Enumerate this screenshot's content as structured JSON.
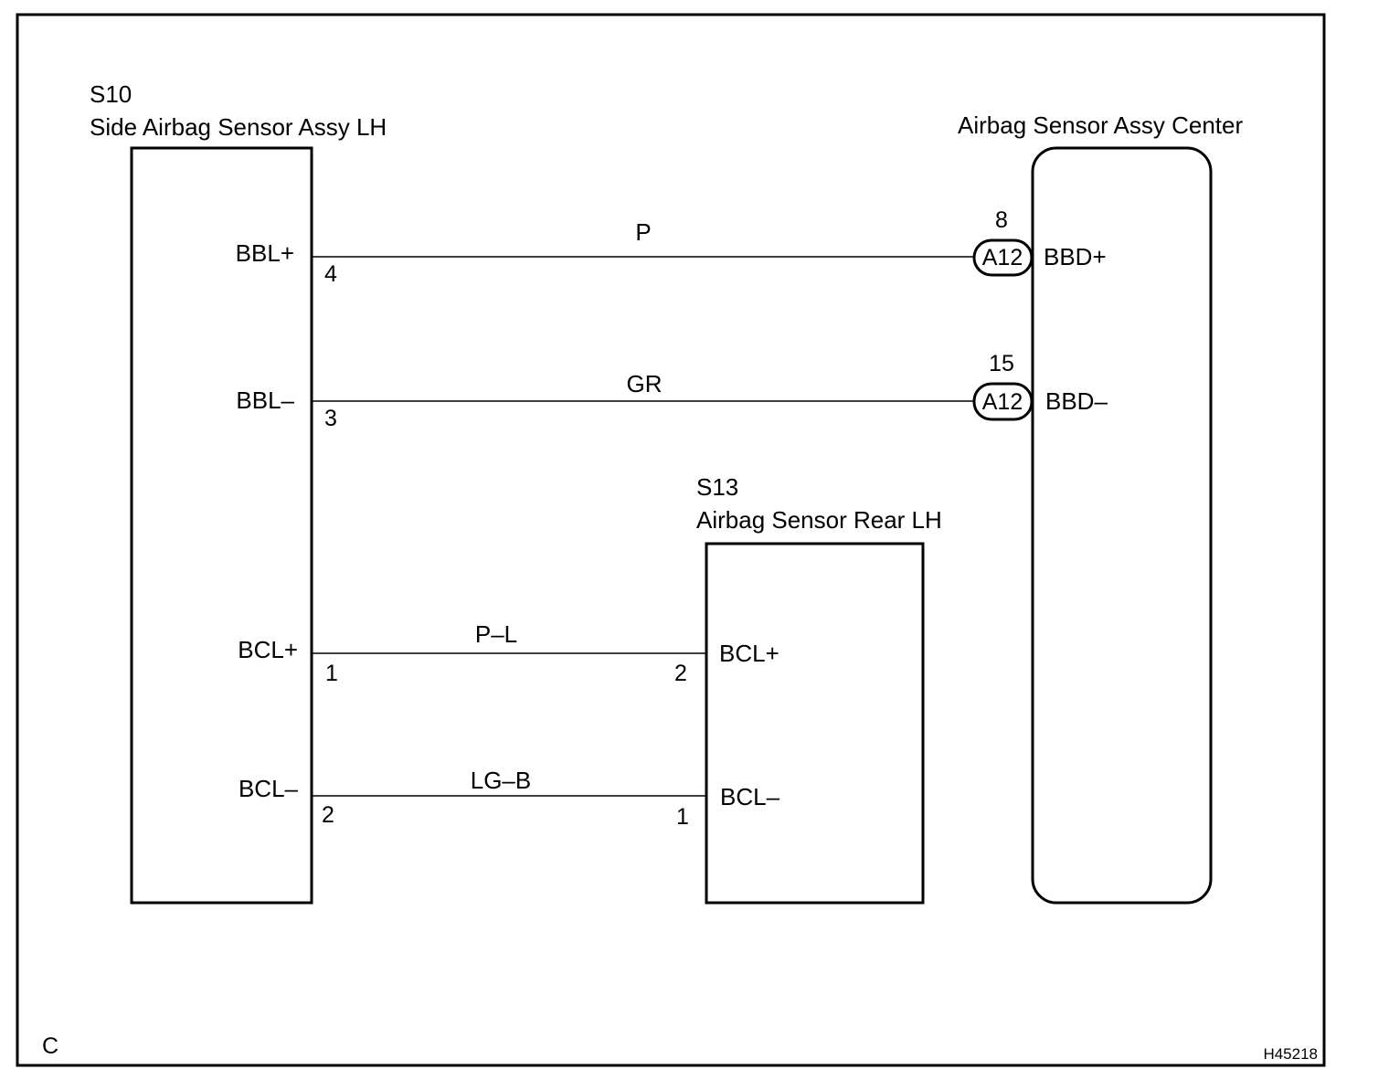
{
  "corner_label": "C",
  "figure_code": "H45218",
  "components": {
    "left": {
      "code": "S10",
      "name": "Side Airbag Sensor Assy LH"
    },
    "rear": {
      "code": "S13",
      "name": "Airbag Sensor Rear LH"
    },
    "center": {
      "name": "Airbag Sensor Assy Center"
    }
  },
  "wires": [
    {
      "from_terminal": "BBL+",
      "from_pin": "4",
      "color": "P",
      "connector": "A12",
      "to_pin": "8",
      "to_terminal": "BBD+"
    },
    {
      "from_terminal": "BBL–",
      "from_pin": "3",
      "color": "GR",
      "connector": "A12",
      "to_pin": "15",
      "to_terminal": "BBD–"
    },
    {
      "from_terminal": "BCL+",
      "from_pin": "1",
      "color": "P–L",
      "to_pin": "2",
      "to_terminal": "BCL+"
    },
    {
      "from_terminal": "BCL–",
      "from_pin": "2",
      "color": "LG–B",
      "to_pin": "1",
      "to_terminal": "BCL–"
    }
  ]
}
